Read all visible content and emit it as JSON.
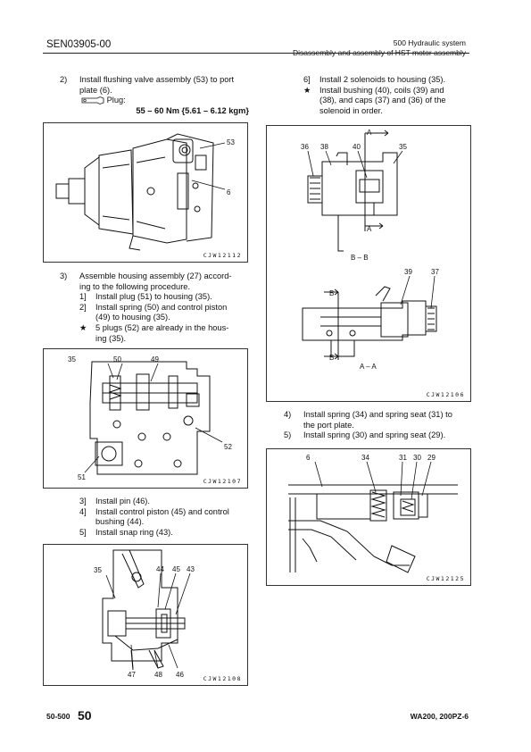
{
  "header": {
    "doc_code": "SEN03905-00",
    "system": "500 Hydraulic system",
    "section": "Disassembly and assembly of HST motor assembly"
  },
  "left": {
    "step2": {
      "num": "2)",
      "line1": "Install flushing valve assembly (53) to port",
      "line2": "plate (6).",
      "tool": "Plug:",
      "torque": "55 – 60 Nm {5.61 – 6.12 kgm}"
    },
    "fig1": {
      "id": "CJW12112",
      "labels": [
        "53",
        "6"
      ]
    },
    "step3": {
      "num": "3)",
      "line1": "Assemble housing assembly (27) accord-",
      "line2": "ing to the following procedure.",
      "sub": [
        {
          "num": "1]",
          "lines": [
            "Install plug (51) to housing (35)."
          ]
        },
        {
          "num": "2]",
          "lines": [
            "Install spring (50) and control piston",
            "(49) to housing (35)."
          ]
        },
        {
          "num": "★",
          "lines": [
            "5 plugs (52) are already in the hous-",
            "ing (35)."
          ]
        }
      ]
    },
    "fig2": {
      "id": "CJW12107",
      "labels": [
        "35",
        "50",
        "49",
        "52",
        "51"
      ]
    },
    "sub2": [
      {
        "num": "3]",
        "lines": [
          "Install pin (46)."
        ]
      },
      {
        "num": "4]",
        "lines": [
          "Install control piston (45) and control",
          "bushing (44)."
        ]
      },
      {
        "num": "5]",
        "lines": [
          "Install snap ring (43)."
        ]
      }
    ],
    "fig3": {
      "id": "CJW12108",
      "labels": [
        "35",
        "44",
        "45",
        "43",
        "47",
        "48",
        "46"
      ]
    }
  },
  "right": {
    "sub3": [
      {
        "num": "6]",
        "lines": [
          "Install 2 solenoids to housing (35)."
        ]
      },
      {
        "num": "★",
        "lines": [
          "Install bushing (40), coils (39) and",
          "(38), and caps (37) and (36) of the",
          "solenoid in order."
        ]
      }
    ],
    "fig4": {
      "id": "CJW12106",
      "labels": [
        "36",
        "38",
        "40",
        "35",
        "39",
        "37"
      ],
      "section_a": "A",
      "section_b": "B",
      "caption_bb": "B – B",
      "caption_aa": "A – A"
    },
    "steps45": [
      {
        "num": "4)",
        "lines": [
          "Install spring (34) and spring seat (31) to",
          "the port plate."
        ]
      },
      {
        "num": "5)",
        "lines": [
          "Install spring (30) and spring seat (29)."
        ]
      }
    ],
    "fig5": {
      "id": "CJW12125",
      "labels": [
        "6",
        "34",
        "31",
        "30",
        "29"
      ]
    }
  },
  "footer": {
    "section_code": "50-500",
    "page": "50",
    "model": "WA200, 200PZ-6"
  }
}
